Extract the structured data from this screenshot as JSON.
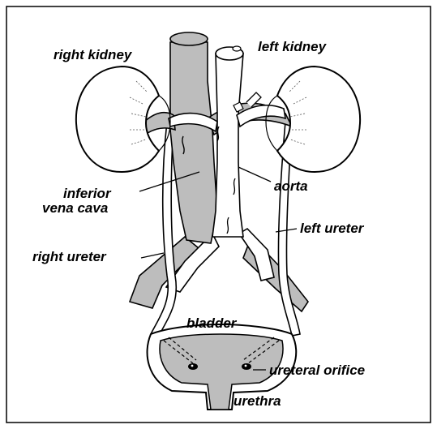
{
  "labels": {
    "right_kidney": "right kidney",
    "left_kidney": "left kidney",
    "inferior": "inferior",
    "vena_cava": "vena cava",
    "aorta": "aorta",
    "left_ureter": "left ureter",
    "right_ureter": "right ureter",
    "bladder": "bladder",
    "ureteral_orifice": "ureteral orifice",
    "urethra": "urethra"
  },
  "colors": {
    "vein_gray": "#bdbdbd",
    "outline": "#000000",
    "background": "#ffffff"
  }
}
